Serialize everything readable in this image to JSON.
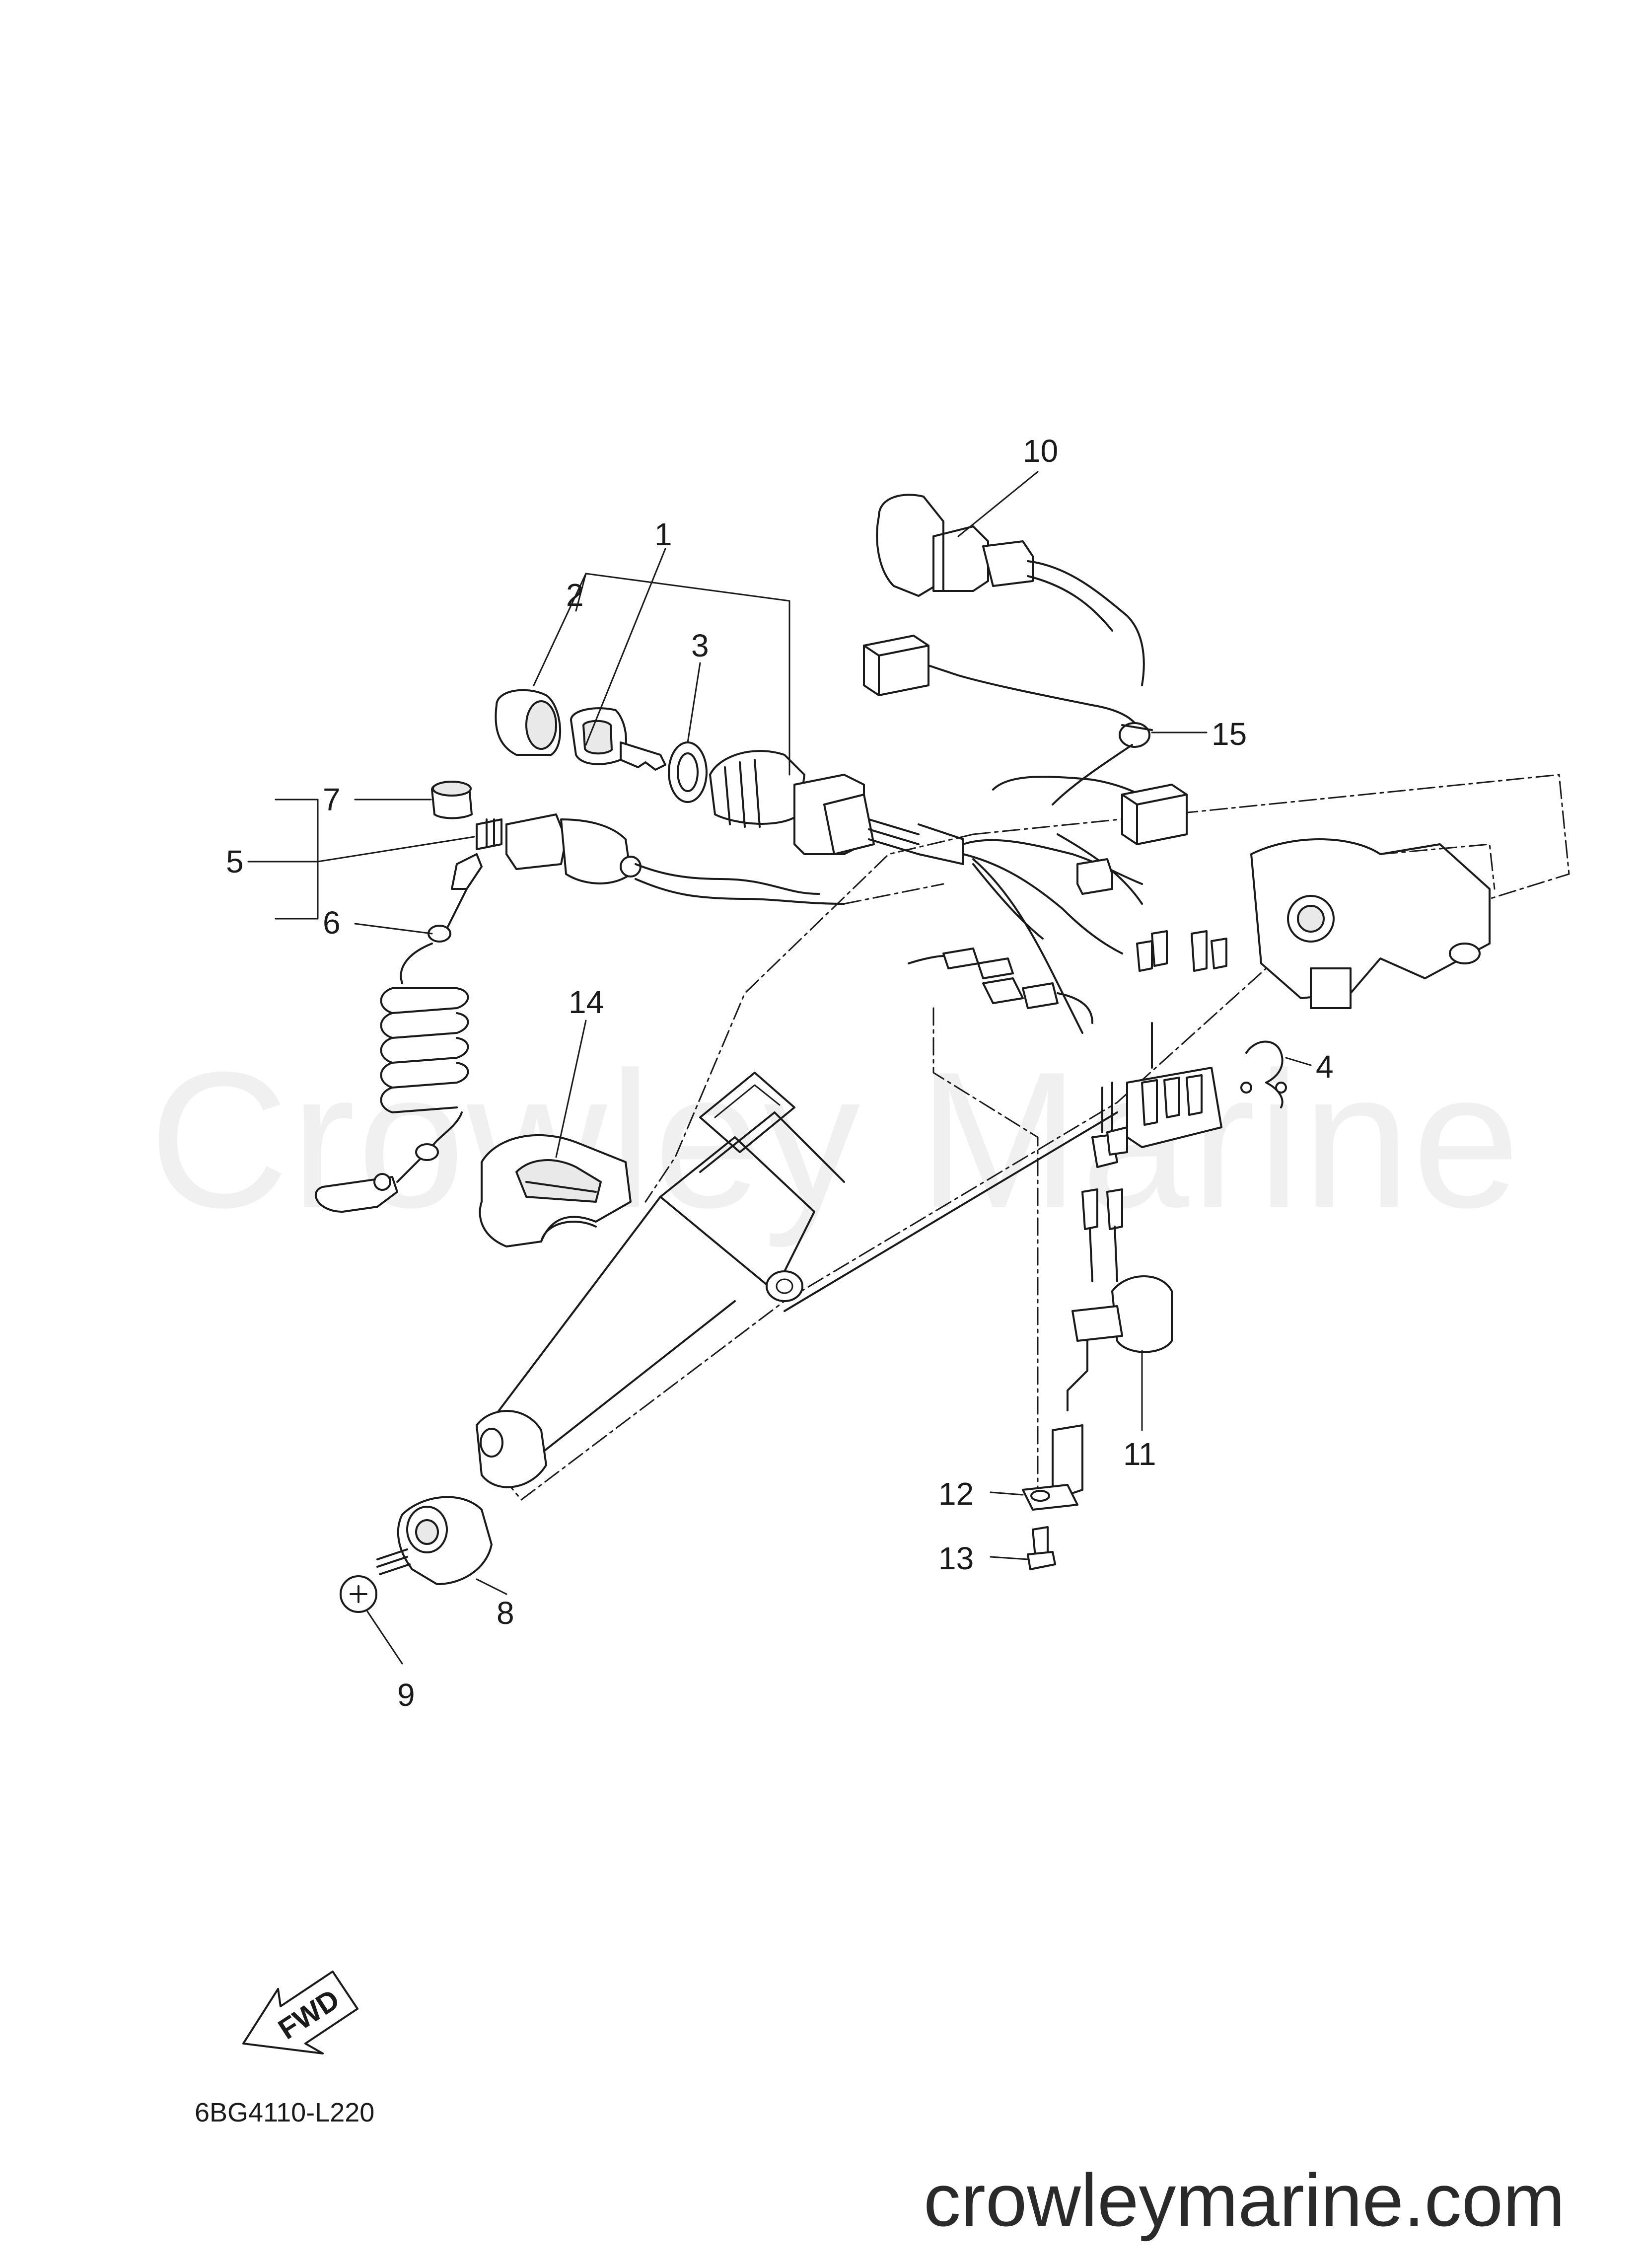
{
  "watermark": "Crowley Marine",
  "diagram_code": "6BG4110-L220",
  "footer_url": "crowleymarine.com",
  "fwd_label": "FWD",
  "callouts": [
    {
      "num": "1"
    },
    {
      "num": "2"
    },
    {
      "num": "3"
    },
    {
      "num": "4"
    },
    {
      "num": "5"
    },
    {
      "num": "6"
    },
    {
      "num": "7"
    },
    {
      "num": "8"
    },
    {
      "num": "9"
    },
    {
      "num": "10"
    },
    {
      "num": "11"
    },
    {
      "num": "12"
    },
    {
      "num": "13"
    },
    {
      "num": "14"
    },
    {
      "num": "15"
    }
  ]
}
